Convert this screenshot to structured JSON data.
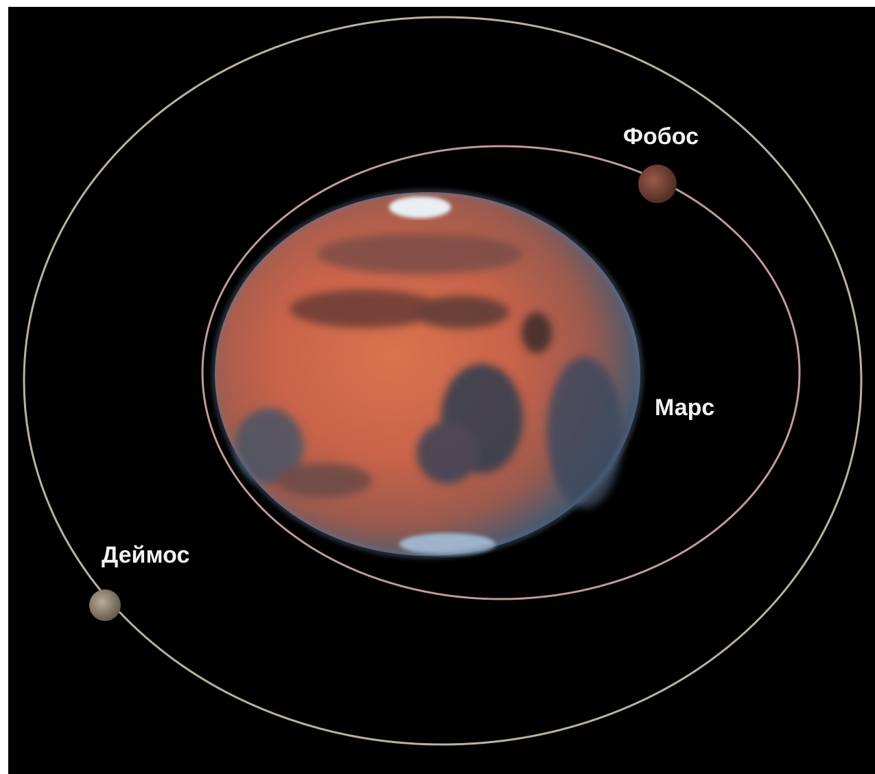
{
  "labels": {
    "phobos": "Фобос",
    "mars": "Марс",
    "deimos": "Деймос"
  },
  "colors": {
    "background": "#000000",
    "outer_orbit": "#b9b39a",
    "inner_orbit": "#c49a98",
    "label": "#f2f2f2",
    "mars_base": "#c8664a",
    "mars_dark": "#3c4a5c"
  }
}
